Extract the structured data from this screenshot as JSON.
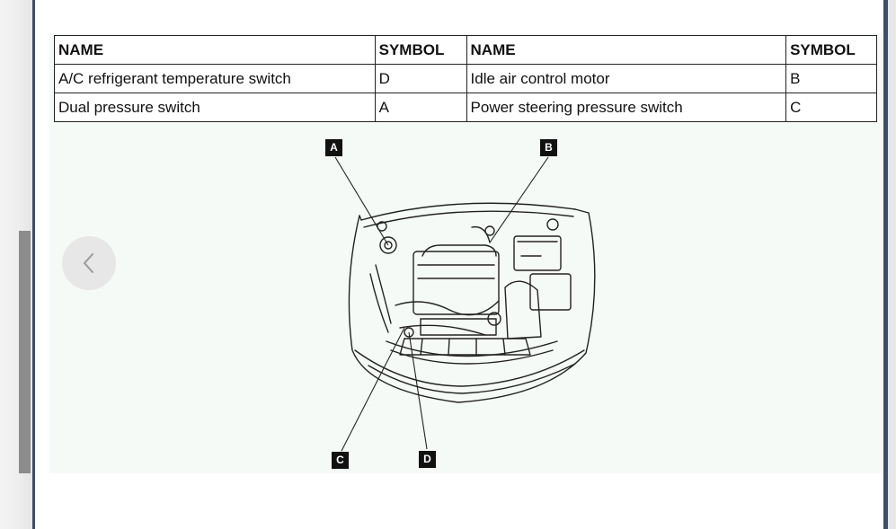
{
  "table": {
    "headers": [
      "NAME",
      "SYMBOL",
      "NAME",
      "SYMBOL"
    ],
    "rows": [
      [
        "A/C refrigerant temperature switch",
        "D",
        "Idle air control motor",
        "B"
      ],
      [
        "Dual pressure switch",
        "A",
        "Power steering pressure switch",
        "C"
      ]
    ]
  },
  "diagram": {
    "callouts": {
      "a": "A",
      "b": "B",
      "c": "C",
      "d": "D"
    }
  },
  "nav": {
    "prev_icon": "chevron-left-icon"
  }
}
